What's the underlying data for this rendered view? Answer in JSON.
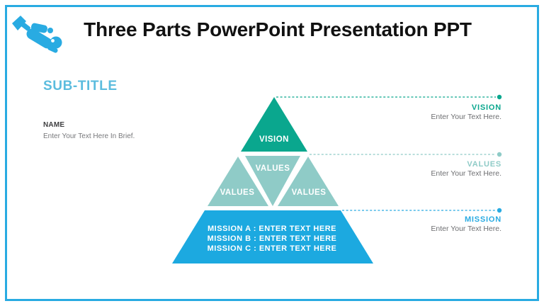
{
  "slide": {
    "title": "Three Parts PowerPoint Presentation PPT",
    "border_color": "#29ABE2",
    "background": "#FFFFFF"
  },
  "header": {
    "icon": "scuba-diver-icon",
    "icon_color": "#29ABE2"
  },
  "left_panel": {
    "subtitle": "SUB-TITLE",
    "subtitle_color": "#5BBCDE",
    "name_label": "NAME",
    "brief_text": "Enter Your Text Here In Brief."
  },
  "pyramid": {
    "vision_label": "VISION",
    "values_labels": [
      "VALUES",
      "VALUES",
      "VALUES"
    ],
    "mission_lines": [
      "MISSION A : ENTER TEXT HERE",
      "MISSION B : ENTER TEXT HERE",
      "MISSION C : ENTER TEXT HERE"
    ],
    "colors": {
      "vision": "#0AA78E",
      "values": "#8FCBC7",
      "mission": "#1CA9E0"
    }
  },
  "callouts": [
    {
      "label": "VISION",
      "text": "Enter Your Text Here.",
      "color": "#0AA78E"
    },
    {
      "label": "VALUES",
      "text": "Enter Your Text Here.",
      "color": "#8FCBC7"
    },
    {
      "label": "MISSION",
      "text": "Enter Your Text Here.",
      "color": "#29ABE2"
    }
  ]
}
